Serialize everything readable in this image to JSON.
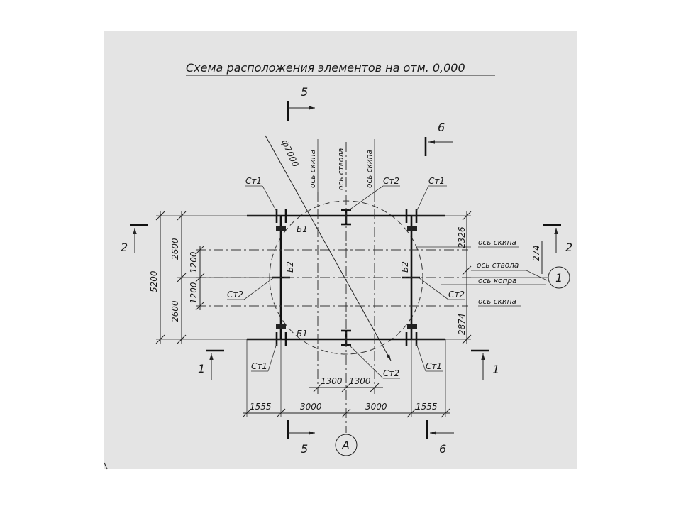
{
  "title": "Схема расположения элементов на отм. 0,000",
  "circle_diameter": "ф7000",
  "axis_labels": {
    "skip": "ось скипа",
    "shaft": "ось ствола",
    "kopra": "ось копра"
  },
  "section_marks": [
    "5",
    "6",
    "2",
    "1"
  ],
  "grid_marks": {
    "circle_1": "1",
    "circle_a": "А"
  },
  "element_labels": {
    "st1": "Ст1",
    "st2": "Ст2",
    "b1": "Б1",
    "b2": "Б2"
  },
  "dimensions": {
    "left_total": "5200",
    "left_half": "2600",
    "inner": "1200",
    "right_top": "2326",
    "right_small": "274",
    "right_bottom": "2874",
    "bottom_edge": "1555",
    "bottom_mid": "3000",
    "bottom_inner": "1300"
  }
}
